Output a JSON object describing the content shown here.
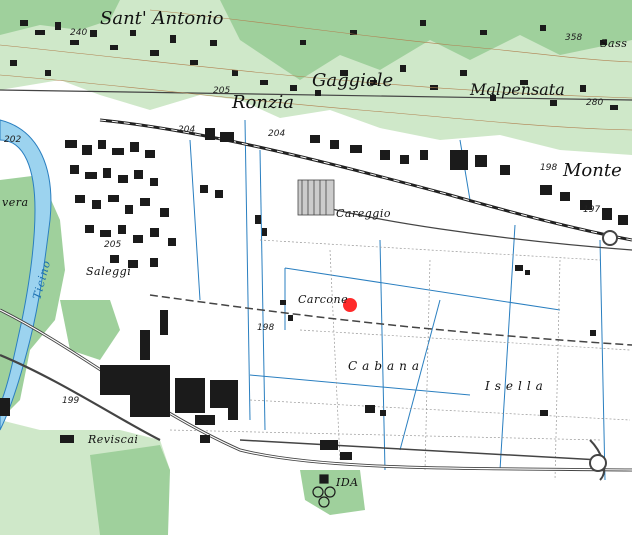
{
  "colors": {
    "forest": "#9fd09c",
    "vineyard": "#cfe8c9",
    "field": "#ffffff",
    "water": "#9cd3ef",
    "river_line": "#2a7fc0",
    "building": "#1b1b1b",
    "road": "#444444",
    "railway": "#222222",
    "marker": "#ff2a2a"
  },
  "labels": {
    "sant_antonio": "Sant' Antonio",
    "gaggiole": "Gaggiole",
    "malpensata": "Malpensata",
    "ronzia": "Ronzia",
    "monte": "Monte",
    "careggio": "Careggio",
    "carcone": "Carcone",
    "cabana": "Cabana",
    "isella": "Isella",
    "saleggi": "Saleggi",
    "reviscai": "Reviscai",
    "ida": "IDA",
    "vera": "vera",
    "sass": "Sass",
    "river": "Ticino"
  },
  "elevations": {
    "e240": "240",
    "e205a": "205",
    "e204a": "204",
    "e204b": "204",
    "e205b": "205",
    "e198a": "198",
    "e198b": "198",
    "e197": "197",
    "e199": "199",
    "e202": "202",
    "e280": "280",
    "e358": "358"
  },
  "marker": {
    "name": "survey-point",
    "color": "#ff2a2a"
  }
}
